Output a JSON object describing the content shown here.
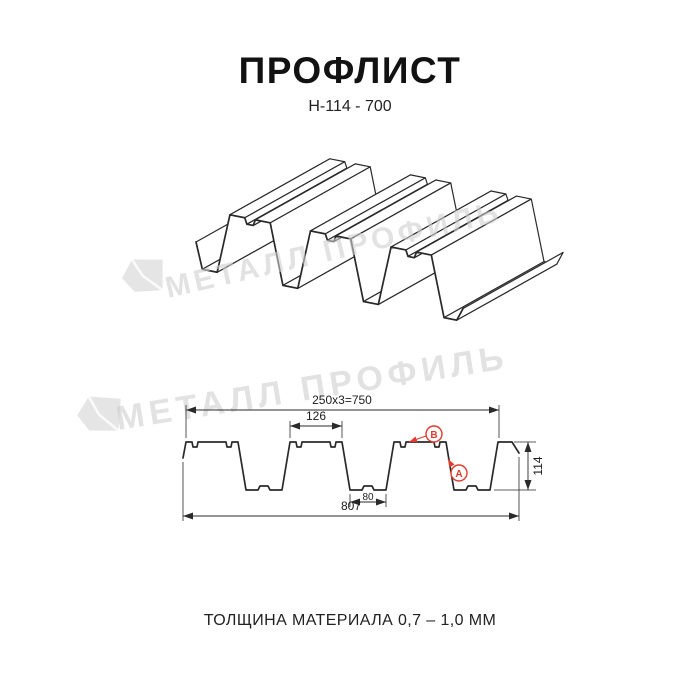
{
  "header": {
    "title": "ПРОФЛИСТ",
    "subtitle": "Н-114 - 700"
  },
  "watermark": {
    "text": "МЕТАЛЛ ПРОФИЛЬ"
  },
  "diagram": {
    "dimensions": {
      "working_width": "250x3=750",
      "rib_top_width": "126",
      "height": "114",
      "rib_bottom_width": "80",
      "overall_width": "807"
    },
    "labels": {
      "point_b": "В",
      "point_a": "А"
    },
    "accent_color": "#e23a2e"
  },
  "footer": {
    "note": "ТОЛЩИНА МАТЕРИАЛА 0,7 – 1,0 ММ"
  }
}
